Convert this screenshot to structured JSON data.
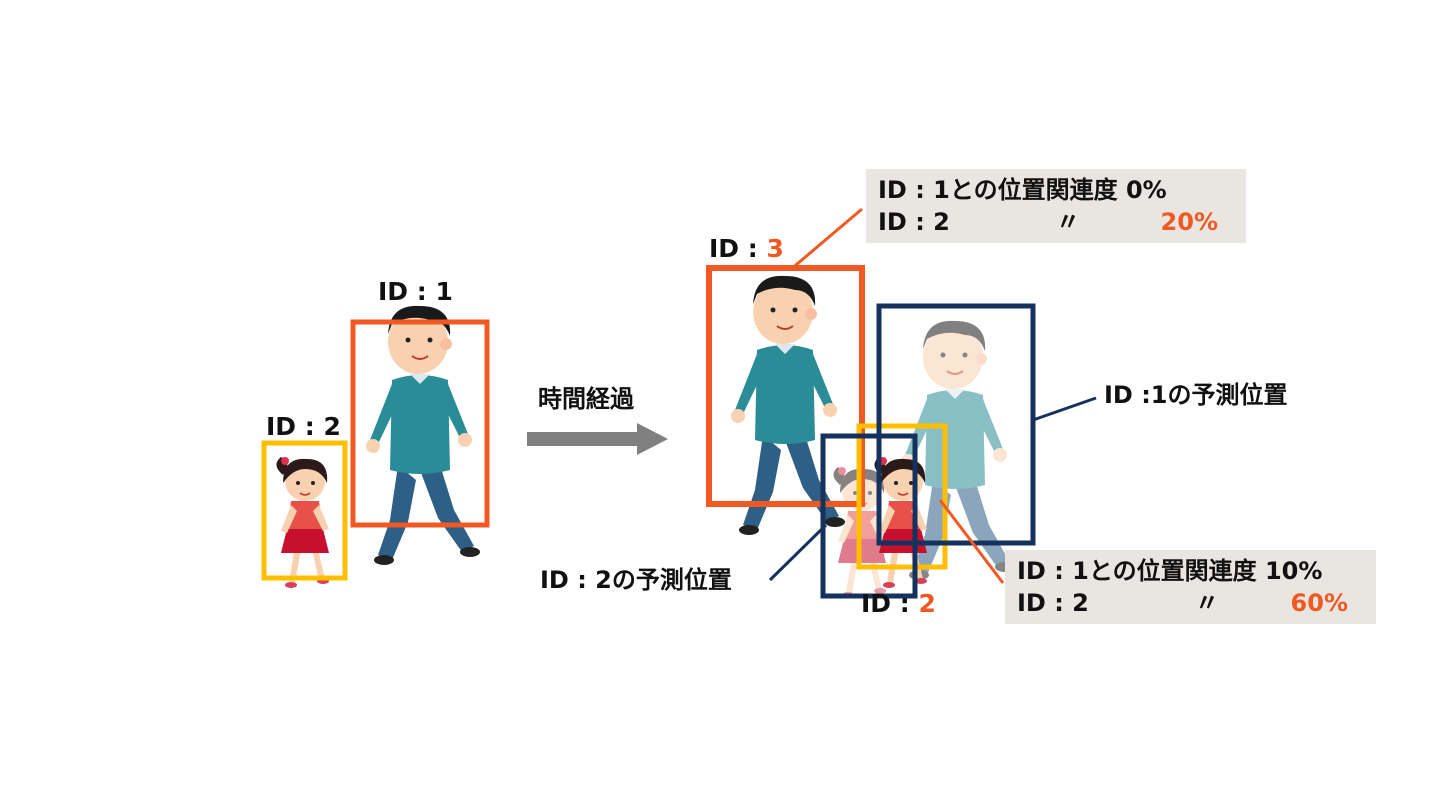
{
  "colors": {
    "accent": "#f05a22",
    "orange_box": "#f05a22",
    "yellow_box": "#ffbf00",
    "navy_box": "#15325e",
    "arrow": "#808080",
    "info_bg": "#e9e5e1"
  },
  "before": {
    "id1_label": "ID : 1",
    "id2_label": "ID : 2"
  },
  "arrow": {
    "label": "時間経過",
    "icon": "right-arrow-icon"
  },
  "after": {
    "id3_prefix": "ID : ",
    "id3_value": "3",
    "id2_prefix": "ID : ",
    "id2_value": "2",
    "predicted_id1_label": "ID :1の予測位置",
    "predicted_id2_label": "ID : 2の予測位置"
  },
  "info_top": {
    "row1_text": "ID : 1との位置関連度 0%",
    "row2_id": "ID : 2",
    "row2_ditto": "〃",
    "row2_value": "20%"
  },
  "info_bottom": {
    "row1_text": "ID : 1との位置関連度 10%",
    "row2_id": "ID : 2",
    "row2_ditto": "〃",
    "row2_value": "60%"
  }
}
